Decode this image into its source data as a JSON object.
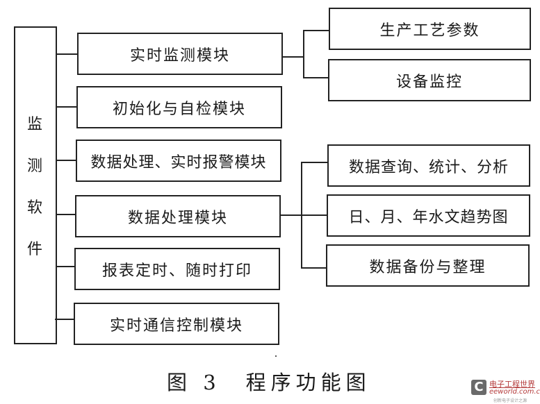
{
  "diagram": {
    "root": {
      "label_chars": [
        "监",
        "测",
        "软",
        "件"
      ],
      "label": "监测软件"
    },
    "modules": [
      {
        "id": "realtime-monitor",
        "label": "实时监测模块",
        "children": [
          "生产工艺参数",
          "设备监控"
        ]
      },
      {
        "id": "init-selftest",
        "label": "初始化与自检模块",
        "children": []
      },
      {
        "id": "data-alarm",
        "label": "数据处理、实时报警模块",
        "children": []
      },
      {
        "id": "data-processing",
        "label": "数据处理模块",
        "children": [
          "数据查询、统计、分析",
          "日、月、年水文趋势图",
          "数据备份与整理"
        ]
      },
      {
        "id": "report-print",
        "label": "报表定时、随时打印",
        "children": []
      },
      {
        "id": "realtime-comm",
        "label": "实时通信控制模块",
        "children": []
      }
    ]
  },
  "caption": "图 3　程序功能图",
  "watermark": {
    "icon": "eeworld-logo-icon",
    "title_cn": "电子工程世界",
    "site": "eeworld.com.cn",
    "tagline": "创新电子设计之源"
  }
}
